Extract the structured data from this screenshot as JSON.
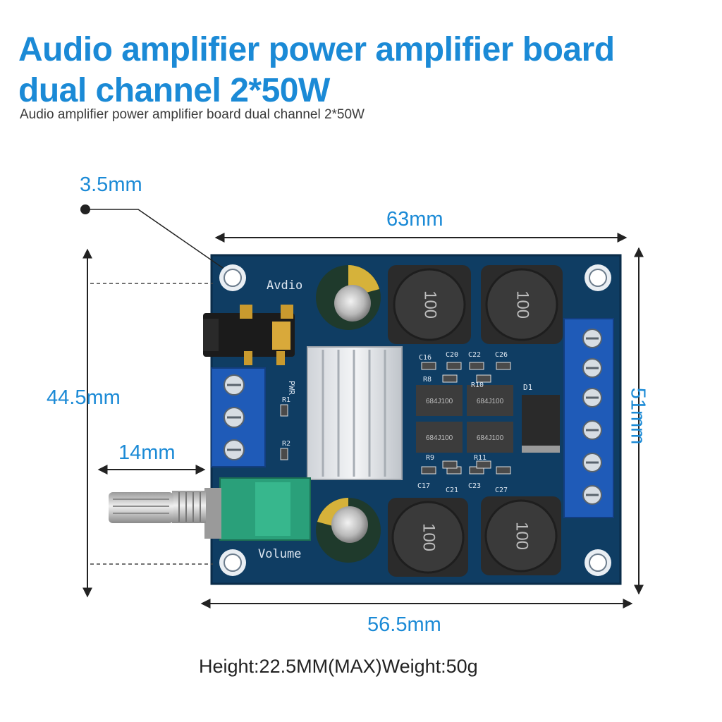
{
  "header": {
    "title_line1": "Audio amplifier power amplifier board",
    "title_line2": "dual channel 2*50W",
    "subtitle": "Audio amplifier power amplifier board dual channel 2*50W"
  },
  "dimensions": {
    "hole": "3.5mm",
    "top_width": "63mm",
    "bottom_width": "56.5mm",
    "left_height": "44.5mm",
    "right_height": "51mm",
    "knob_offset": "14mm"
  },
  "board_labels": {
    "audio": "Avdio",
    "volume": "Volume",
    "power": "PWR",
    "diode": "D1",
    "inductor_marking": "100",
    "resistor_marking": "684J100",
    "caps": [
      "C16",
      "C20",
      "C22",
      "C26",
      "C17",
      "C21",
      "C23",
      "C27"
    ],
    "resistors": [
      "R8",
      "R10",
      "R9",
      "R11",
      "R1",
      "R2"
    ]
  },
  "footer": {
    "spec": "Height:22.5MM(MAX)Weight:50g"
  },
  "colors": {
    "accent": "#1b8ad6",
    "pcb": "#0f3d63",
    "terminal": "#1f5bb8",
    "pot_body": "#2aa07a"
  }
}
